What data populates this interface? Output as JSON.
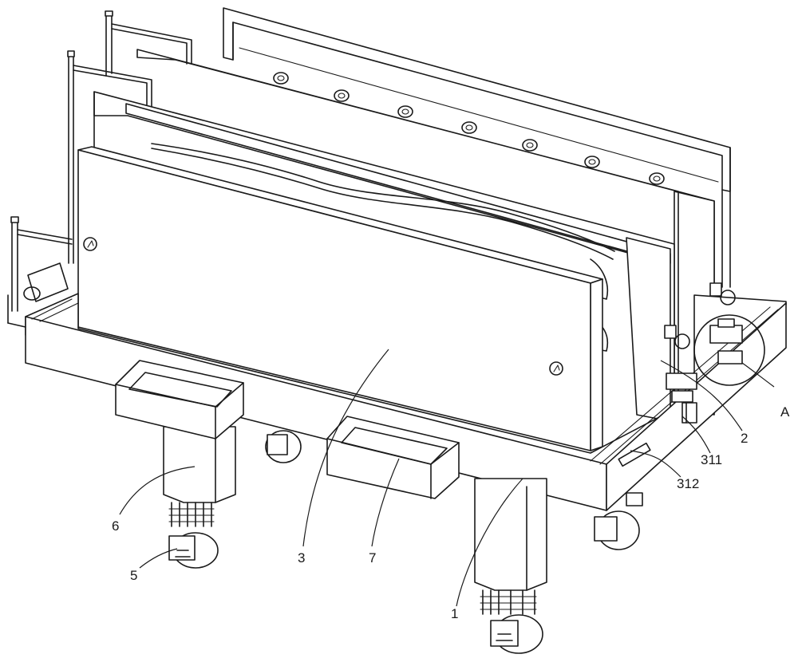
{
  "figure": {
    "labels": [
      {
        "id": "label-A",
        "text": "A"
      },
      {
        "id": "label-2",
        "text": "2"
      },
      {
        "id": "label-311",
        "text": "311"
      },
      {
        "id": "label-312",
        "text": "312"
      },
      {
        "id": "label-1",
        "text": "1"
      },
      {
        "id": "label-7",
        "text": "7"
      },
      {
        "id": "label-3",
        "text": "3"
      },
      {
        "id": "label-6",
        "text": "6"
      },
      {
        "id": "label-5",
        "text": "5"
      }
    ]
  }
}
